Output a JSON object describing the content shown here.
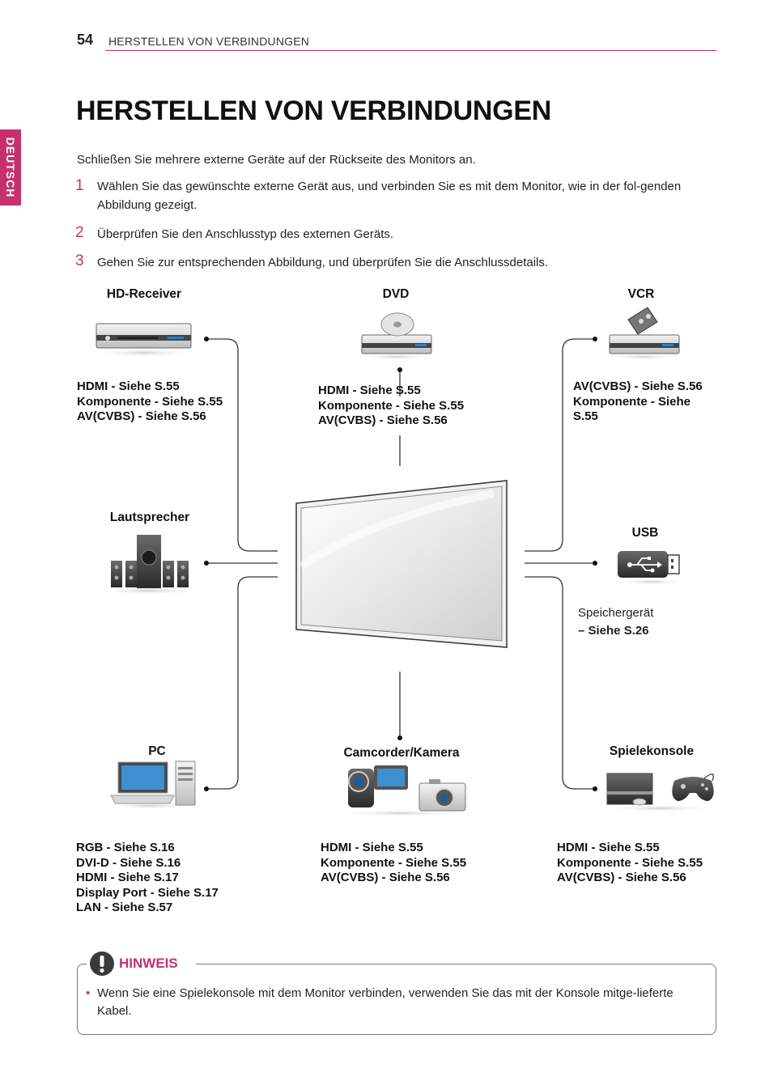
{
  "header": {
    "page_number": "54",
    "running_title": "HERSTELLEN VON VERBINDUNGEN"
  },
  "side_tab": {
    "label": "DEUTSCH"
  },
  "title": "HERSTELLEN VON VERBINDUNGEN",
  "intro": "Schließen Sie mehrere externe Geräte auf der Rückseite des Monitors an.",
  "steps": [
    {
      "number": "1",
      "text": "Wählen Sie das gewünschte externe Gerät aus, und verbinden Sie es mit dem Monitor, wie in der fol-genden Abbildung gezeigt."
    },
    {
      "number": "2",
      "text": "Überprüfen Sie den Anschlusstyp des externen Geräts."
    },
    {
      "number": "3",
      "text": "Gehen Sie zur entsprechenden Abbildung, und überprüfen Sie die Anschlussdetails."
    }
  ],
  "devices": {
    "hd_receiver": {
      "label": "HD-Receiver",
      "lines": [
        "HDMI - Siehe S.55",
        "Komponente - Siehe S.55",
        "AV(CVBS) - Siehe S.56"
      ]
    },
    "dvd": {
      "label": "DVD",
      "lines": [
        "HDMI - Siehe S.55",
        "Komponente - Siehe S.55",
        "AV(CVBS) - Siehe S.56"
      ]
    },
    "vcr": {
      "label": "VCR",
      "lines": [
        "AV(CVBS) - Siehe S.56",
        "Komponente - Siehe",
        "S.55"
      ]
    },
    "speaker": {
      "label": "Lautsprecher"
    },
    "usb": {
      "label": "USB",
      "lines": [
        "Speichergerät",
        "– Siehe S.26"
      ]
    },
    "pc": {
      "label": "PC",
      "lines": [
        "RGB - Siehe S.16",
        "DVI-D - Siehe S.16",
        "HDMI - Siehe S.17",
        "Display Port - Siehe S.17",
        "LAN - Siehe S.57"
      ]
    },
    "camcorder": {
      "label": "Camcorder/Kamera",
      "lines": [
        "HDMI - Siehe S.55",
        "Komponente - Siehe S.55",
        "AV(CVBS) - Siehe S.56"
      ]
    },
    "console": {
      "label": "Spielekonsole",
      "lines": [
        "HDMI - Siehe S.55",
        "Komponente - Siehe S.55",
        "AV(CVBS) - Siehe S.56"
      ]
    }
  },
  "note": {
    "title": "HINWEIS",
    "bullet": "•",
    "text": "Wenn Sie eine Spielekonsole mit dem Monitor verbinden, verwenden Sie das mit der Konsole mitge-lieferte Kabel."
  },
  "colors": {
    "accent": "#c7306f",
    "text": "#222222"
  }
}
